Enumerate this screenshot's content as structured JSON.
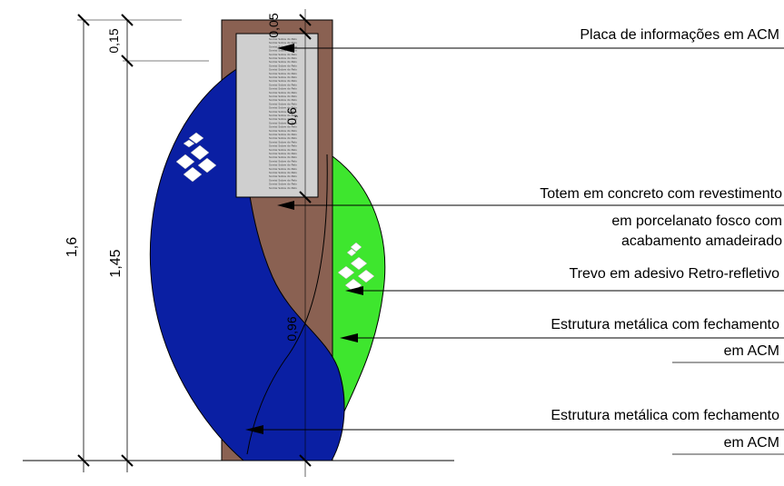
{
  "dimensions": {
    "total_height": "1,6",
    "body_height": "1,45",
    "top_gap": "0,15",
    "plate_margin": "0,05",
    "plate_height": "0,6",
    "leaf_height": "0,96"
  },
  "labels": {
    "plate": "Placa de informações em ACM",
    "totem_1": "Totem em concreto com revestimento",
    "totem_2": "em porcelanato fosco com",
    "totem_3": "acabamento amadeirado",
    "clover": "Trevo em adesivo Retro-refletivo",
    "structure_a_1": "Estrutura metálica com fechamento",
    "structure_a_2": "em ACM",
    "structure_b_1": "Estrutura metálica com fechamento",
    "structure_b_2": "em ACM"
  },
  "plate_text": "Sorrisi Sobre do Palo",
  "colors": {
    "wood": "#8a6152",
    "blue": "#0a23a6",
    "green": "#3ee62e",
    "plate": "#cfcfcf"
  },
  "icons": [
    "clover-icon",
    "clover-icon"
  ]
}
